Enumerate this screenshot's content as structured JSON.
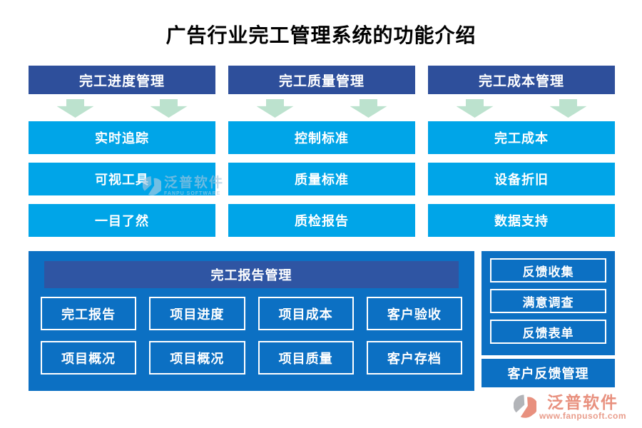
{
  "page": {
    "title": "广告行业完工管理系统的功能介绍"
  },
  "colors": {
    "column_header_blue": "#2E4F9B",
    "feature_cyan": "#00A5E8",
    "panel_blue": "#0C70C3",
    "inner_header_blue": "#2F55A3",
    "arrow_mint": "#BCE2CE",
    "logo_salmon": "#E8907E"
  },
  "columns": [
    {
      "header": "完工进度管理",
      "items": [
        "实时追踪",
        "可视工具",
        "一目了然"
      ]
    },
    {
      "header": "完工质量管理",
      "items": [
        "控制标准",
        "质量标准",
        "质检报告"
      ]
    },
    {
      "header": "完工成本管理",
      "items": [
        "完工成本",
        "设备折旧",
        "数据支持"
      ]
    }
  ],
  "report_panel": {
    "header": "完工报告管理",
    "buttons": [
      "完工报告",
      "项目进度",
      "项目成本",
      "客户验收",
      "项目概况",
      "项目概况",
      "项目质量",
      "客户存档"
    ]
  },
  "feedback_panel": {
    "buttons": [
      "反馈收集",
      "满意调查",
      "反馈表单"
    ],
    "footer": "客户反馈管理"
  },
  "watermark": {
    "text": "泛普软件",
    "subtext": "FANPU SOFTWARE"
  },
  "logo": {
    "name": "泛普软件",
    "url": "www.fanpusoft.com"
  }
}
